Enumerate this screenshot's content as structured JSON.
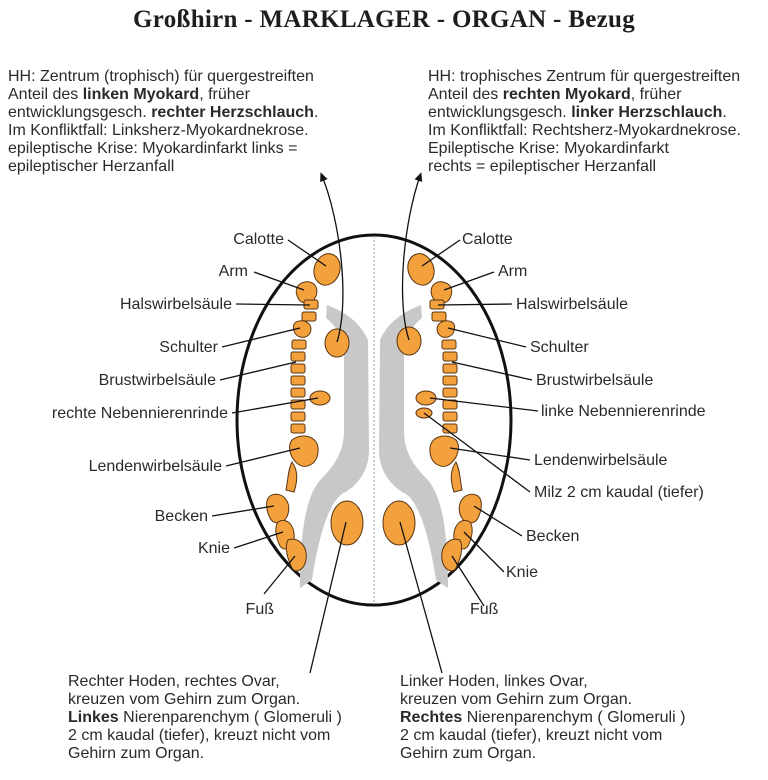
{
  "title": "Großhirn - MARKLAGER - ORGAN - Bezug",
  "colors": {
    "organ_fill": "#f3a13d",
    "organ_stroke": "#5a3410",
    "white_matter_gray": "#c8c8c8",
    "outline": "#111111",
    "text": "#2a2a2a"
  },
  "notes": {
    "top_left": {
      "line1": "HH: Zentrum (trophisch) für quergestreiften",
      "line2_pre": "Anteil des ",
      "line2_bold": "linken Myokard",
      "line2_post": ", früher",
      "line3_pre": "entwicklungsgesch. ",
      "line3_bold": "rechter Herzschlauch",
      "line3_post": ".",
      "line4": "Im Konfliktfall: Linksherz-Myokardnekrose.",
      "line5": "epileptische Krise: Myokardinfarkt links =",
      "line6": "epileptischer Herzanfall"
    },
    "top_right": {
      "line1": "HH: trophisches Zentrum für quergestreiften",
      "line2_pre": " Anteil des ",
      "line2_bold": "rechten Myokard",
      "line2_post": ", früher",
      "line3_pre": "entwicklungsgesch. ",
      "line3_bold": "linker Herzschlauch",
      "line3_post": ".",
      "line4": "Im Konfliktfall: Rechtsherz-Myokardnekrose.",
      "line5": "Epileptische Krise: Myokardinfarkt",
      "line6": "rechts = epileptischer Herzanfall"
    },
    "bottom_left": {
      "line1": "Rechter Hoden, rechtes Ovar,",
      "line2": "kreuzen vom Gehirn zum Organ.",
      "line3_bold": "Linkes",
      "line3_post": " Nierenparenchym ( Glomeruli )",
      "line4": "2 cm kaudal (tiefer), kreuzt nicht vom",
      "line5": "Gehirn zum Organ."
    },
    "bottom_right": {
      "line1": "Linker Hoden, linkes Ovar,",
      "line2": "kreuzen vom Gehirn zum Organ.",
      "line3_bold": "Rechtes",
      "line3_post": " Nierenparenchym ( Glomeruli )",
      "line4": "2 cm kaudal (tiefer), kreuzt nicht vom",
      "line5": "Gehirn zum Organ."
    }
  },
  "labels": {
    "left": {
      "calotte": "Calotte",
      "arm": "Arm",
      "halswirbelsaeule": "Halswirbelsäule",
      "schulter": "Schulter",
      "brustwirbelsaeule": "Brustwirbelsäule",
      "nebenniere": "rechte Nebennierenrinde",
      "lendenwirbelsaeule": "Lendenwirbelsäule",
      "becken": "Becken",
      "knie": "Knie",
      "fuss": "Fuß"
    },
    "right": {
      "calotte": "Calotte",
      "arm": "Arm",
      "halswirbelsaeule": "Halswirbelsäule",
      "schulter": "Schulter",
      "brustwirbelsaeule": "Brustwirbelsäule",
      "nebenniere": "linke Nebennierenrinde",
      "lendenwirbelsaeule": "Lendenwirbelsäule",
      "milz": "Milz 2 cm kaudal (tiefer)",
      "becken": "Becken",
      "knie": "Knie",
      "fuss": "Fuß"
    }
  }
}
